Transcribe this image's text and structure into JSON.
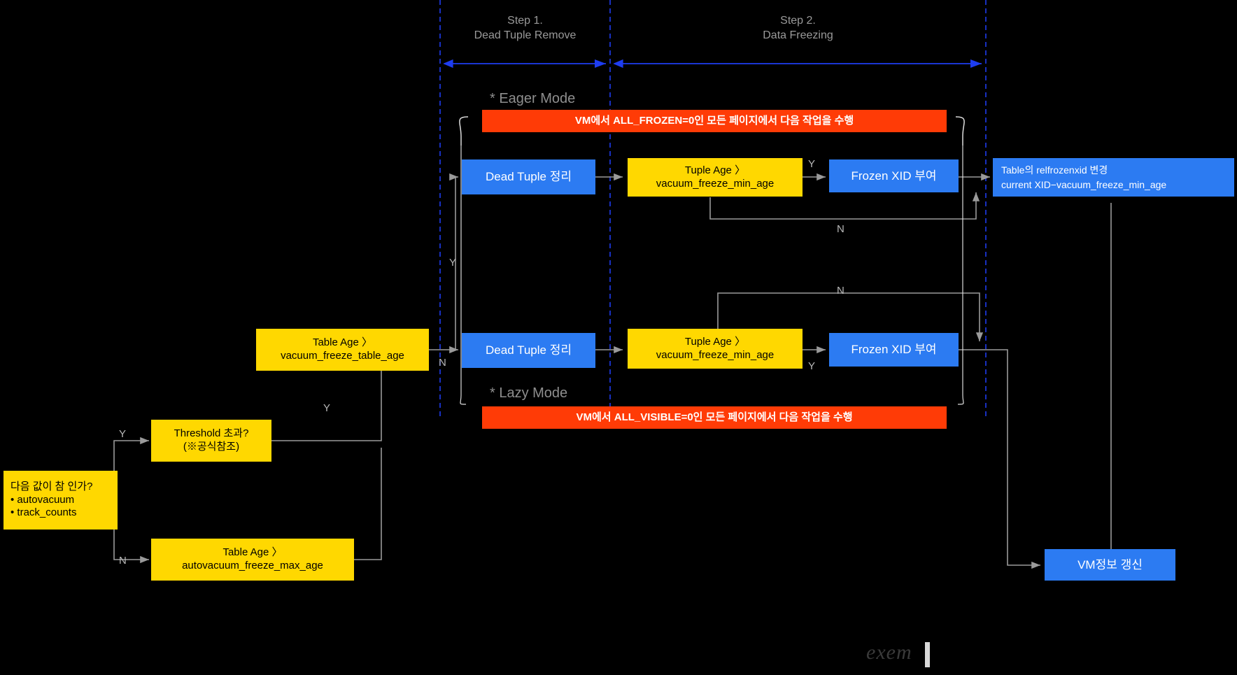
{
  "diagram": {
    "title": "PostgreSQL Vacuum Flow",
    "colors": {
      "background": "#000000",
      "yellow_node": "#FFD800",
      "blue_node": "#2C7BF2",
      "red_banner": "#FF3B06",
      "connector": "#8a8a8a",
      "step_divider": "#1e3df0",
      "label_gray": "#9a9a9a"
    },
    "steps": [
      {
        "id": "step1",
        "label": "Step 1.\nDead Tuple Remove"
      },
      {
        "id": "step2",
        "label": "Step 2.\nData Freezing"
      }
    ],
    "mode_labels": [
      {
        "id": "eager",
        "text": "* Eager Mode"
      },
      {
        "id": "lazy",
        "text": "* Lazy Mode"
      }
    ],
    "banners": [
      {
        "id": "eager-banner",
        "text": "VM에서 ALL_FROZEN=0인 모든 페이지에서 다음 작업을 수행"
      },
      {
        "id": "lazy-banner",
        "text": "VM에서 ALL_VISIBLE=0인 모든 페이지에서 다음 작업을 수행"
      }
    ],
    "nodes": {
      "autovacuum_check": "다음 값이 참 인가?\n•   autovacuum\n•   track_counts",
      "threshold": "Threshold 초과?\n(※공식참조)",
      "table_age_autovacuum": "Table Age 〉\nautovacuum_freeze_max_age",
      "table_age_freeze": "Table Age 〉\nvacuum_freeze_table_age",
      "dead_tuple_eager": "Dead Tuple 정리",
      "dead_tuple_lazy": "Dead Tuple 정리",
      "tuple_age_eager": "Tuple Age 〉\nvacuum_freeze_min_age",
      "tuple_age_lazy": "Tuple Age 〉\nvacuum_freeze_min_age",
      "frozen_xid_eager": "Frozen XID 부여",
      "frozen_xid_lazy": "Frozen XID 부여",
      "relfrozenxid": "Table의 relfrozenxid 변경\ncurrent XID−vacuum_freeze_min_age",
      "vm_update": "VM정보 갱신"
    },
    "edge_labels": [
      {
        "id": "autovacuum-yes",
        "text": "Y"
      },
      {
        "id": "autovacuum-no",
        "text": "N"
      },
      {
        "id": "threshold-yes",
        "text": "Y"
      },
      {
        "id": "table-age-yes",
        "text": "Y"
      },
      {
        "id": "table-age-no",
        "text": "N"
      },
      {
        "id": "tuple-age-eager-yes",
        "text": "Y"
      },
      {
        "id": "tuple-age-eager-no",
        "text": "N"
      },
      {
        "id": "tuple-age-lazy-yes",
        "text": "Y"
      },
      {
        "id": "tuple-age-lazy-no",
        "text": "N"
      }
    ],
    "watermark": "exem"
  }
}
